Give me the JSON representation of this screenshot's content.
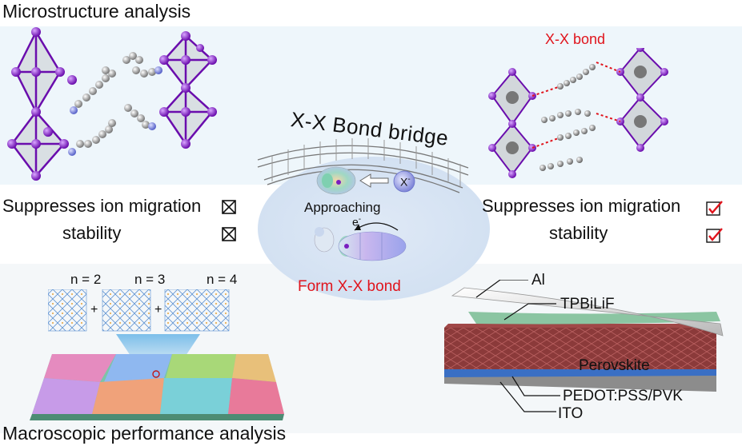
{
  "titles": {
    "top": "Microstructure analysis",
    "bottom": "Macroscopic performance analysis"
  },
  "center": {
    "bridge_title": "X-X Bond bridge",
    "ion_label": "X",
    "ion_charge": "-",
    "approaching": "Approaching",
    "electron": "e",
    "electron_charge": "-",
    "form_bond": "Form X-X bond"
  },
  "left_properties": {
    "ion_migration": "Suppresses ion migration",
    "stability": "stability",
    "status": "crossed"
  },
  "right_properties": {
    "ion_migration": "Suppresses ion migration",
    "stability": "stability",
    "status": "checked"
  },
  "right_structure": {
    "bond_label": "X-X bond"
  },
  "phases": {
    "n2": "n = 2",
    "n3": "n = 3",
    "n4": "n = 4",
    "plus": "+"
  },
  "device_layers": {
    "al": "Al",
    "tpbi": "TPBiLiF",
    "perovskite": "Perovskite",
    "pedot": "PEDOT:PSS/PVK",
    "ito": "ITO"
  },
  "colors": {
    "iodine": "#8a2be2",
    "bond_red": "#e0141c",
    "octahedron": "#c8ccd0",
    "perovskite": "#8b3a3a",
    "pedot": "#3a6fc4",
    "ito": "#8c8c8c"
  }
}
